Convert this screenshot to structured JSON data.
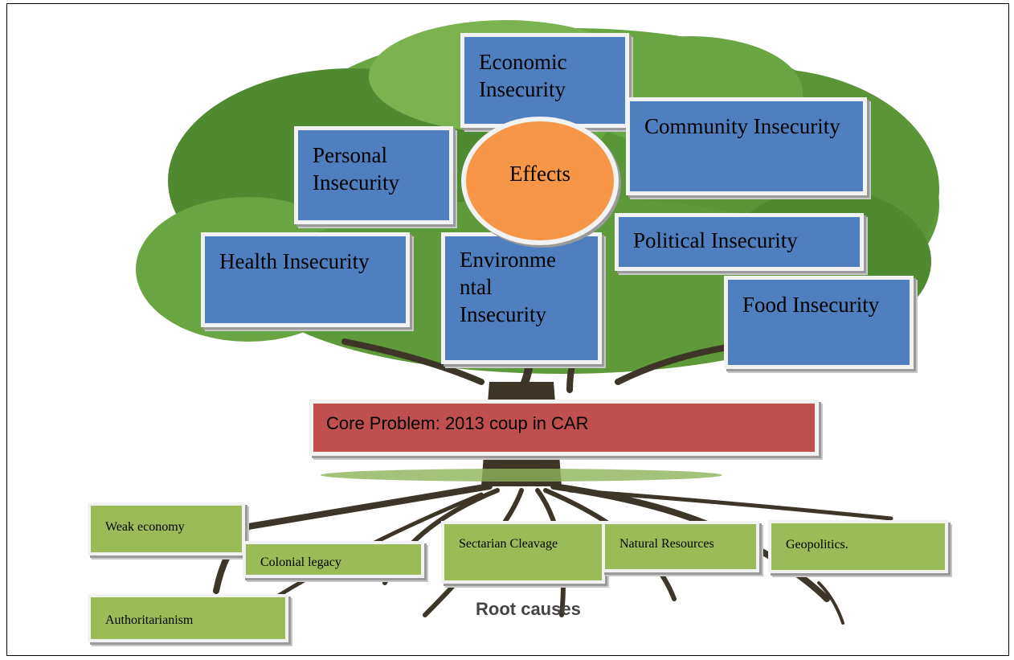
{
  "effects": {
    "center": "Effects",
    "economic": "Economic Insecurity",
    "community": "Community Insecurity",
    "personal": "Personal Insecurity",
    "political": "Political Insecurity",
    "health": "Health Insecurity",
    "environmental_1": "Environme",
    "environmental_2": "ntal",
    "environmental_3": "Insecurity",
    "food": "Food Insecurity"
  },
  "core_problem": "Core Problem: 2013 coup in CAR",
  "root_causes": {
    "label": "Root causes",
    "weak_economy": "Weak economy",
    "colonial_legacy": "Colonial legacy",
    "sectarian_cleavage": "Sectarian Cleavage",
    "natural_resources": "Natural Resources",
    "geopolitics": "Geopolitics.",
    "authoritarianism": "Authoritarianism"
  },
  "colors": {
    "effect_box": "#4f7fbf",
    "effects_oval": "#f79646",
    "core_problem_box": "#c0504d",
    "root_box": "#9bbb59",
    "foliage": "#5e9a3a",
    "trunk": "#3d3528"
  }
}
